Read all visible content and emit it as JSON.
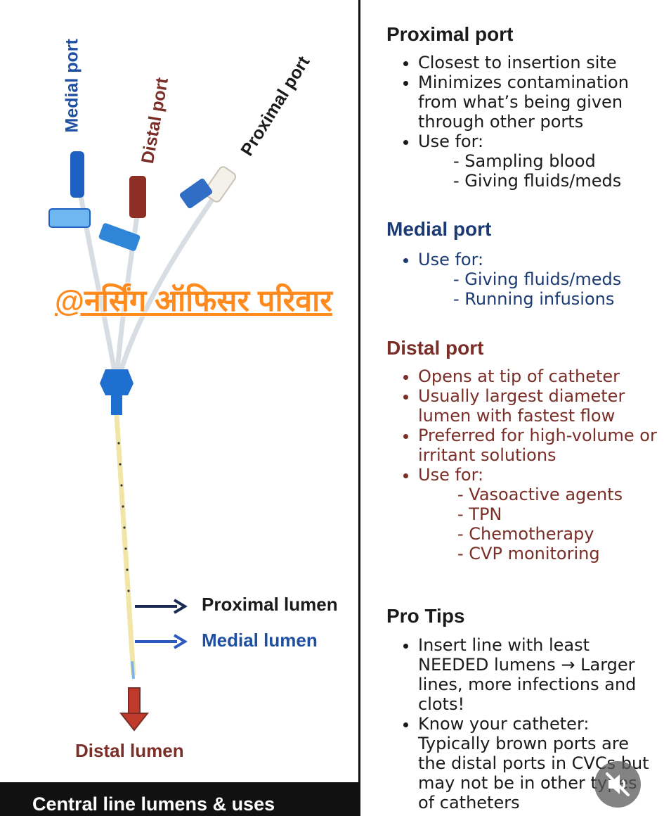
{
  "diagram": {
    "port_labels": {
      "medial": "Medial port",
      "distal": "Distal port",
      "proximal": "Proximal port"
    },
    "lumen_labels": {
      "proximal": "Proximal lumen",
      "medial": "Medial lumen",
      "distal": "Distal lumen"
    },
    "watermark": "@नर्सिंग ऑफिसर परिवार",
    "footer_title": "Central line lumens & uses",
    "colors": {
      "medial": "#1e4fa0",
      "distal": "#7a2e27",
      "proximal": "#1a1a1a",
      "hub": "#1f6fd1",
      "arrow_red": "#c0392b"
    }
  },
  "sections": {
    "proximal": {
      "title": "Proximal port",
      "bullets": [
        "Closest to insertion site",
        "Minimizes contamination from what’s being given through other ports",
        "Use for:"
      ],
      "uses": [
        "- Sampling blood",
        "- Giving fluids/meds"
      ]
    },
    "medial": {
      "title": "Medial port",
      "bullets": [
        "Use for:"
      ],
      "uses": [
        "- Giving fluids/meds",
        "- Running infusions"
      ]
    },
    "distal": {
      "title": "Distal port",
      "bullets": [
        "Opens at tip of catheter",
        "Usually largest diameter lumen with fastest flow",
        "Preferred for high-volume or irritant solutions",
        "Use for:"
      ],
      "uses": [
        "- Vasoactive agents",
        "- TPN",
        "- Chemotherapy",
        "- CVP monitoring"
      ]
    },
    "tips": {
      "title": "Pro Tips",
      "bullets": [
        "Insert line with least NEEDED lumens → Larger lines, more infections and clots!",
        "Know your catheter: Typically brown ports are the distal ports in CVCs but may not be in other types of catheters"
      ]
    }
  },
  "controls": {
    "mute_icon": "mute-speaker-icon"
  }
}
